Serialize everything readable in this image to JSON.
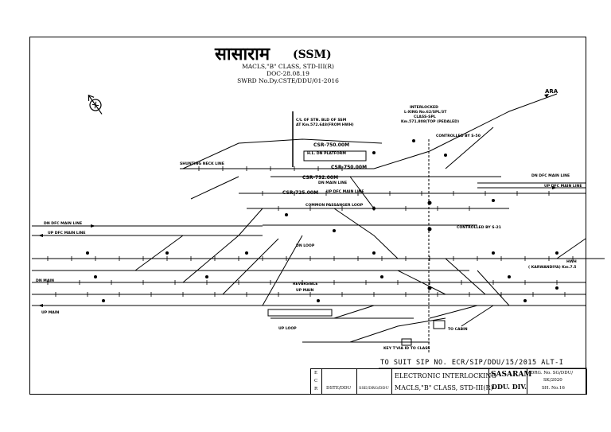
{
  "header": {
    "station_hindi": "सासाराम",
    "station_code": "(SSM)",
    "line1": "MACLS,\"B\" CLASS, STD-III(R)",
    "line2": "DOC-28.08.19",
    "line3": "SWRD No.Dy.CSTE/DDU/01-2016"
  },
  "center_line": {
    "line1": "C/L OF STN. BLD OF SSM",
    "line2": "AT Km.572.648(FROM HWH)"
  },
  "interlocked": {
    "line1": "INTERLOCKED",
    "line2": "L-XING No.62/SPL/3T",
    "line3": "CLASS-SPL",
    "line4": "Km.571.808(TOP (PEDALED)"
  },
  "labels": {
    "ara": "ARA",
    "hl_platform": "H.L. DN PLATFORM",
    "csr1": "CSR-750.00M",
    "csr2": "CSR-750.00M",
    "csr3": "CSR-792.00M",
    "csr4": "CSR-725.00M",
    "dn_main": "DN MAIN LINE",
    "up_dfc_main": "UP DFC MAIN LINE",
    "dn_dfc_main_left": "DN DFC MAIN LINE",
    "up_dfc_main_left": "UP DFC MAIN LINE",
    "dn_dfc_main_right": "DN DFC MAIN LINE",
    "up_dfc_main_right": "UP DFC MAIN LINE",
    "shunting_neck": "SHUNTING NECK LINE",
    "common_loop": "COMMON PASSANGER LOOP",
    "dn_loop": "DN LOOP",
    "dn_main_left": "DN MAIN",
    "reversible": "REVERSIBLE",
    "up_main_mid": "UP MAIN",
    "up_main_left": "UP MAIN",
    "up_loop": "UP LOOP",
    "karwandiya": "( KARWANDIYA) Km.7.5",
    "hwh": "HWH",
    "controlled_s21": "CONTROLLED BY S-21",
    "controlled_s50": "CONTROLLED BY S-50",
    "to_cabin": "TO CABIN",
    "key": "KEY T'VIA ID TO CLASS"
  },
  "ref_line": "TO SUIT SIP NO. ECR/SIP/DDU/15/2015 ALT-I",
  "title_block": {
    "e": "E",
    "c": "C",
    "r": "R",
    "col1": "DSTE/DDU",
    "col2": "SSE/DRG/DDU",
    "title1": "ELECTRONIC INTERLOCKING",
    "title2": "MACLS,\"B\" CLASS, STD-III(R)",
    "station": "SASARAM",
    "division": "DDU. DIV.",
    "drg1": "DRG. No. SG/DDU/",
    "drg2": "SK/2020",
    "drg3": "SH. No.16"
  }
}
